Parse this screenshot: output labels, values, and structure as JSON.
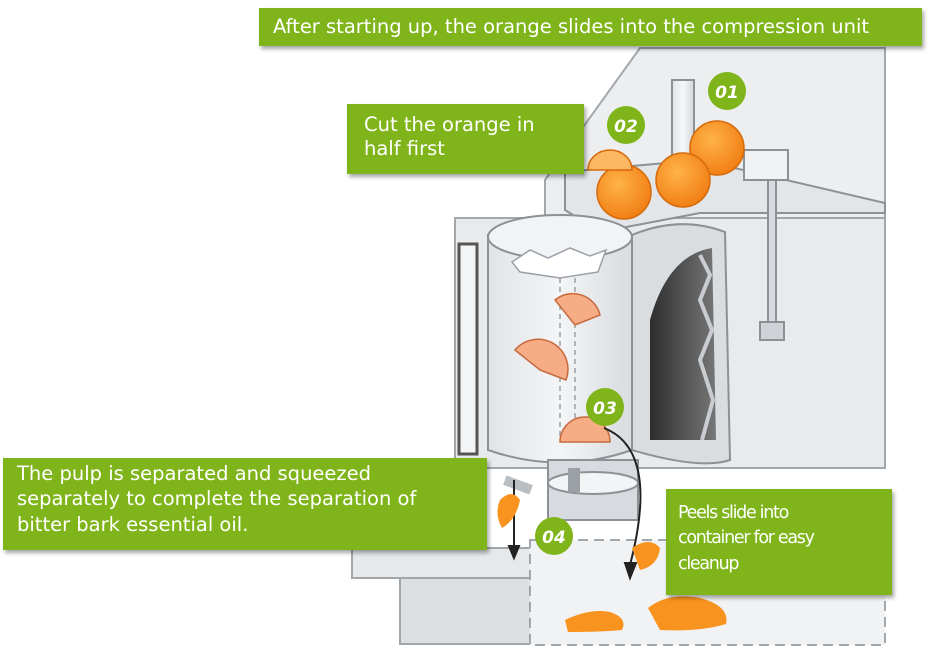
{
  "captions": {
    "top": "After starting up, the orange slides into the compression unit",
    "cut": [
      "Cut the orange in",
      "half first"
    ],
    "pulp": [
      "The pulp is separated and squeezed",
      "separately to complete the separation of",
      "bitter bark essential oil."
    ],
    "peel": [
      "Peels slide into",
      "container for easy",
      "cleanup"
    ]
  },
  "steps": {
    "s1": "01",
    "s2": "02",
    "s3": "03",
    "s4": "04"
  },
  "colors": {
    "callout": "#7fb51a",
    "orange": "#f7931e",
    "orange_light": "#f4a273",
    "machine": "#e9ebed",
    "machine_dark": "#4a4a4a",
    "outline": "#8c9196"
  }
}
